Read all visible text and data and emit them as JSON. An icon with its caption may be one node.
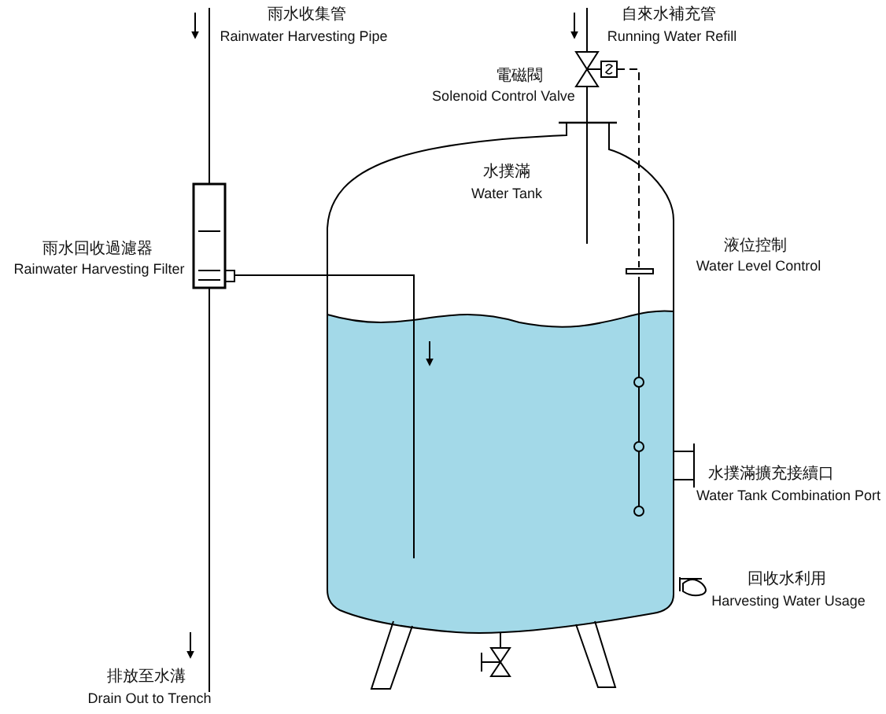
{
  "diagram": {
    "labels": [
      "雨水收集管",
      "Rainwater Harvesting Pipe",
      "自來水補充管",
      "Running Water Refill",
      "電磁閥",
      "Solenoid Control Valve",
      "水撲滿",
      "Water Tank",
      "雨水回收過濾器",
      "Rainwater Harvesting Filter",
      "液位控制",
      "Water Level Control",
      "水撲滿擴充接續口",
      "Water Tank Combination Port",
      "回收水利用",
      "Harvesting Water Usage",
      "排放至水溝",
      "Drain Out to Trench"
    ]
  }
}
